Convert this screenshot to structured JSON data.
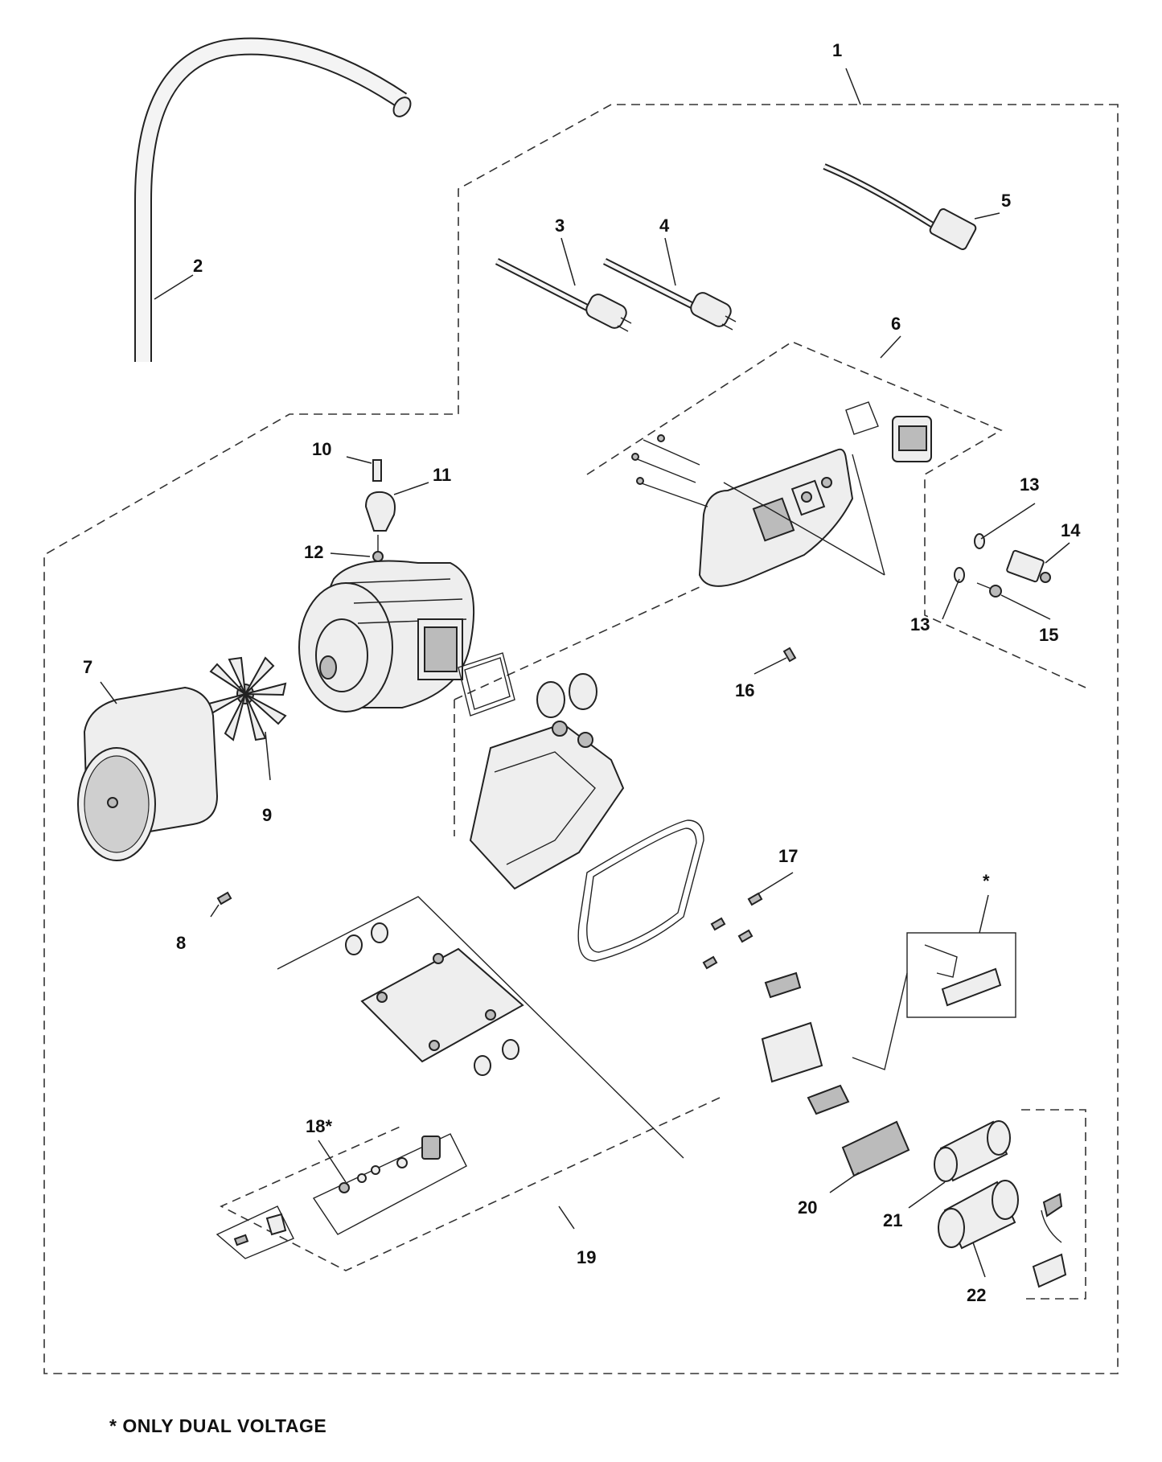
{
  "callouts": {
    "c1": "1",
    "c2": "2",
    "c3": "3",
    "c4": "4",
    "c5": "5",
    "c6": "6",
    "c7": "7",
    "c8": "8",
    "c9": "9",
    "c10": "10",
    "c11": "11",
    "c12": "12",
    "c13a": "13",
    "c13b": "13",
    "c14": "14",
    "c15": "15",
    "c16": "16",
    "c17": "17",
    "c18": "18*",
    "c19": "19",
    "c20": "20",
    "c21": "21",
    "c22": "22",
    "cstar": "*"
  },
  "footnote": "* ONLY DUAL VOLTAGE"
}
